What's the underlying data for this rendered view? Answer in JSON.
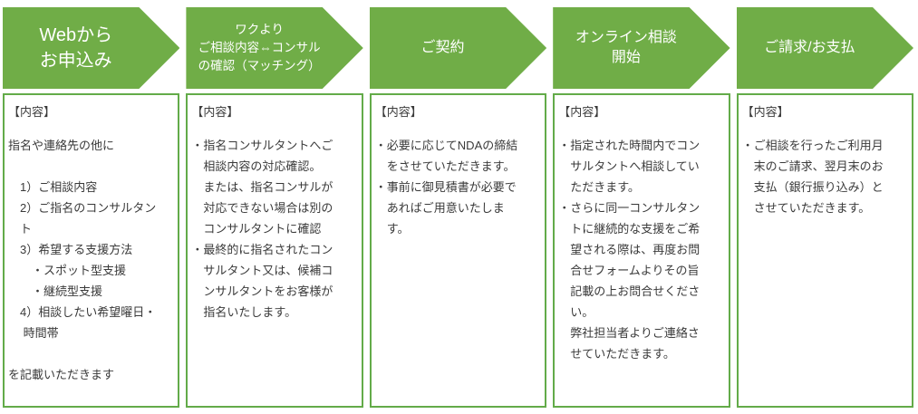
{
  "colors": {
    "arrow_green": "#70AD47",
    "box_border_green": "#63AB49",
    "arrow_text": "#ffffff",
    "body_text": "#3a3a3a"
  },
  "columns": [
    {
      "step": {
        "title": "Webから\nお申込み"
      },
      "box": {
        "heading": "【内容】",
        "body": "指名や連絡先の他に\n\n　1）ご相談内容\n　2）ご指名のコンサルタン\n　ト\n　3）希望する支援方法\n　　・スポット型支援\n　　・継続型支援\n　4）相談したい希望曜日・\n　 時間帯\n\nを記載いただきます"
      }
    },
    {
      "step": {
        "title": "ワクより\nご相談内容⇔コンサル\nの確認（マッチング）"
      },
      "box": {
        "heading": "【内容】",
        "body": "・指名コンサルタントへご\n　相談内容の対応確認。\n　または、指名コンサルが\n　対応できない場合は別の\n　コンサルタントに確認\n・最終的に指名されたコン\n　サルタント又は、候補コ\n　ンサルタントをお客様が\n　指名いたします。"
      }
    },
    {
      "step": {
        "title": "ご契約"
      },
      "box": {
        "heading": "【内容】",
        "body": "・必要に応じてNDAの締結\n　をさせていただきます。\n・事前に御見積書が必要で\n　あればご用意いたしま\n　す。"
      }
    },
    {
      "step": {
        "title": "オンライン相談\n開始"
      },
      "box": {
        "heading": "【内容】",
        "body": "・指定された時間内でコン\n　サルタントへ相談してい\n　ただきます。\n・さらに同一コンサルタン\n　トに継続的な支援をご希\n　望される際は、再度お問\n　合せフォームよりその旨\n　記載の上お問合せくださ\n　い。\n　弊社担当者よりご連絡さ\n　せていただきます。"
      }
    },
    {
      "step": {
        "title": "ご請求/お支払"
      },
      "box": {
        "heading": "【内容】",
        "body": "・ご相談を行ったご利用月\n　末のご請求、翌月末のお\n　支払（銀行振り込み）と\n　させていただきます。"
      }
    }
  ]
}
